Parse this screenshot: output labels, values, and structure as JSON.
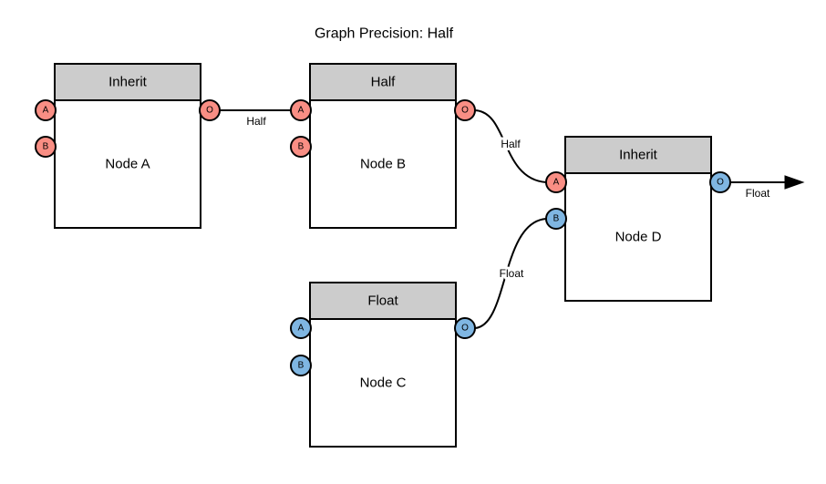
{
  "title": "Graph Precision: Half",
  "colors": {
    "half": "#F98E84",
    "float": "#7FB6E2",
    "inherit": "#B8B8B8",
    "stroke": "#000000",
    "background": "#FFFFFF"
  },
  "nodes": [
    {
      "id": "node-a",
      "title": "Node A",
      "header": {
        "label": "Inherit",
        "color": "#B8B8B8"
      },
      "ports": [
        {
          "name": "A",
          "direction": "input",
          "color": "#F98E84"
        },
        {
          "name": "B",
          "direction": "input",
          "color": "#F98E84"
        },
        {
          "name": "O",
          "direction": "output",
          "color": "#F98E84"
        }
      ]
    },
    {
      "id": "node-b",
      "title": "Node B",
      "header": {
        "label": "Half",
        "color": "#F98E84"
      },
      "ports": [
        {
          "name": "A",
          "direction": "input",
          "color": "#F98E84"
        },
        {
          "name": "B",
          "direction": "input",
          "color": "#F98E84"
        },
        {
          "name": "O",
          "direction": "output",
          "color": "#F98E84"
        }
      ]
    },
    {
      "id": "node-c",
      "title": "Node C",
      "header": {
        "label": "Float",
        "color": "#7FB6E2"
      },
      "ports": [
        {
          "name": "A",
          "direction": "input",
          "color": "#7FB6E2"
        },
        {
          "name": "B",
          "direction": "input",
          "color": "#7FB6E2"
        },
        {
          "name": "O",
          "direction": "output",
          "color": "#7FB6E2"
        }
      ]
    },
    {
      "id": "node-d",
      "title": "Node D",
      "header": {
        "label": "Inherit",
        "color": "#B8B8B8"
      },
      "ports": [
        {
          "name": "A",
          "direction": "input",
          "color": "#F98E84"
        },
        {
          "name": "B",
          "direction": "input",
          "color": "#7FB6E2"
        },
        {
          "name": "O",
          "direction": "output",
          "color": "#7FB6E2"
        }
      ]
    }
  ],
  "edges": [
    {
      "from": "Node A.O",
      "to": "Node B.A",
      "label": "Half"
    },
    {
      "from": "Node B.O",
      "to": "Node D.A",
      "label": "Half"
    },
    {
      "from": "Node C.O",
      "to": "Node D.B",
      "label": "Float"
    },
    {
      "from": "Node D.O",
      "to": "graph-output",
      "label": "Float",
      "arrowhead": true
    }
  ]
}
